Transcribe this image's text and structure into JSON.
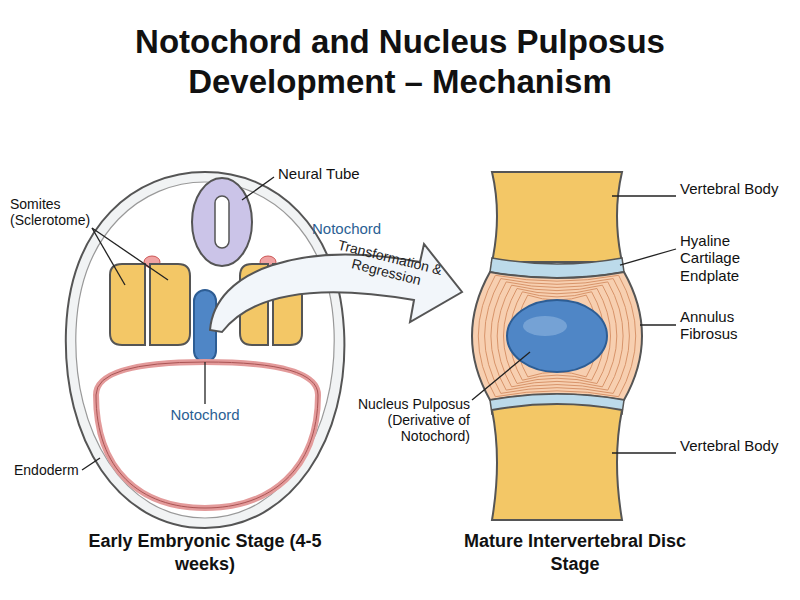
{
  "diagram": {
    "title": "Notochord and Nucleus Pulposus Development – Mechanism",
    "nodes": [
      {
        "text": [
          "Transformation & Regression"
        ]
      }
    ],
    "labels": [
      "Neural Tube",
      "Notochord",
      "Somites (Sclerotome)",
      "Notochord",
      "Endoderm",
      "Early Embryonic Stage (4-5 weeks)",
      "Vertebral Body",
      "Hyaline Cartilage Endplate",
      "Annulus Fibrosus",
      "Nucleus Pulposus (Derivative of Notochord)",
      "Vertebral Body",
      "Mature Intervertebral Disc Stage"
    ]
  }
}
